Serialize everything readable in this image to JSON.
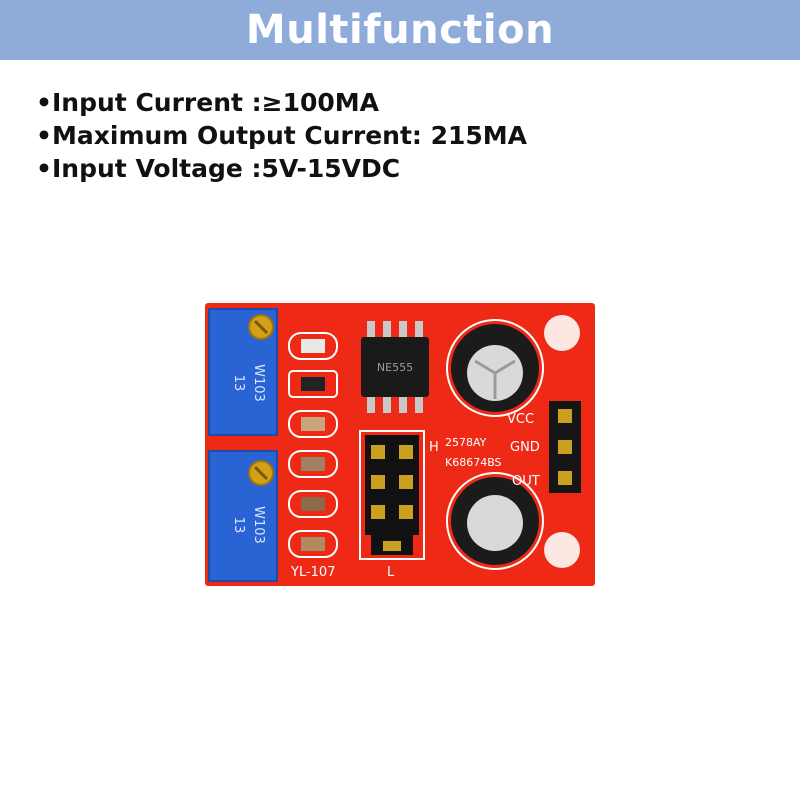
{
  "banner": {
    "title": "Multifunction",
    "color": "#8eabd9"
  },
  "specs": [
    {
      "bullet": "•",
      "text": "Input Current :≥100MA"
    },
    {
      "bullet": "•",
      "text": "Maximum Output Current: 215MA"
    },
    {
      "bullet": "•",
      "text": "Input Voltage :5V-15VDC"
    }
  ],
  "board": {
    "pcb_color": "#ee2a17",
    "pot_color": "#2a63d4",
    "trimpot_labels": [
      "W103",
      "13"
    ],
    "ic_label": "NE555",
    "pin_labels": [
      "VCC",
      "GND",
      "OUT"
    ],
    "silkscreen": {
      "chip_code_1": "2578AY",
      "chip_code_2": "K68674BS",
      "h": "H",
      "model": "YL-107",
      "l": "L"
    }
  }
}
